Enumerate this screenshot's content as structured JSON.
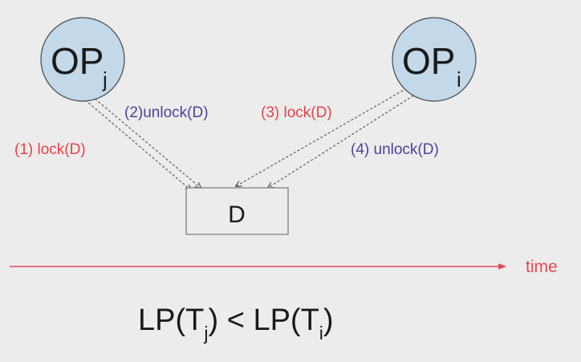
{
  "diagram": {
    "nodes": {
      "op_j": {
        "label": "OP",
        "subscript": "j"
      },
      "op_i": {
        "label": "OP",
        "subscript": "i"
      },
      "d": {
        "label": "D"
      }
    },
    "edges": {
      "e1": {
        "label": "(1) lock(D)"
      },
      "e2": {
        "label": "(2)unlock(D)"
      },
      "e3": {
        "label": "(3) lock(D)"
      },
      "e4": {
        "label": "(4) unlock(D)"
      }
    },
    "timeline": {
      "label": "time"
    },
    "formula": {
      "lhs": "LP(T",
      "lhs_sub": "j",
      "mid": ") < LP(T",
      "rhs_sub": "i",
      "end": ")"
    },
    "colors": {
      "circle_fill": "#c3d8e8",
      "circle_stroke": "#4a4a4a",
      "lock_label": "#e8424a",
      "unlock_label": "#4a4498",
      "time_arrow": "#e34a52"
    }
  }
}
